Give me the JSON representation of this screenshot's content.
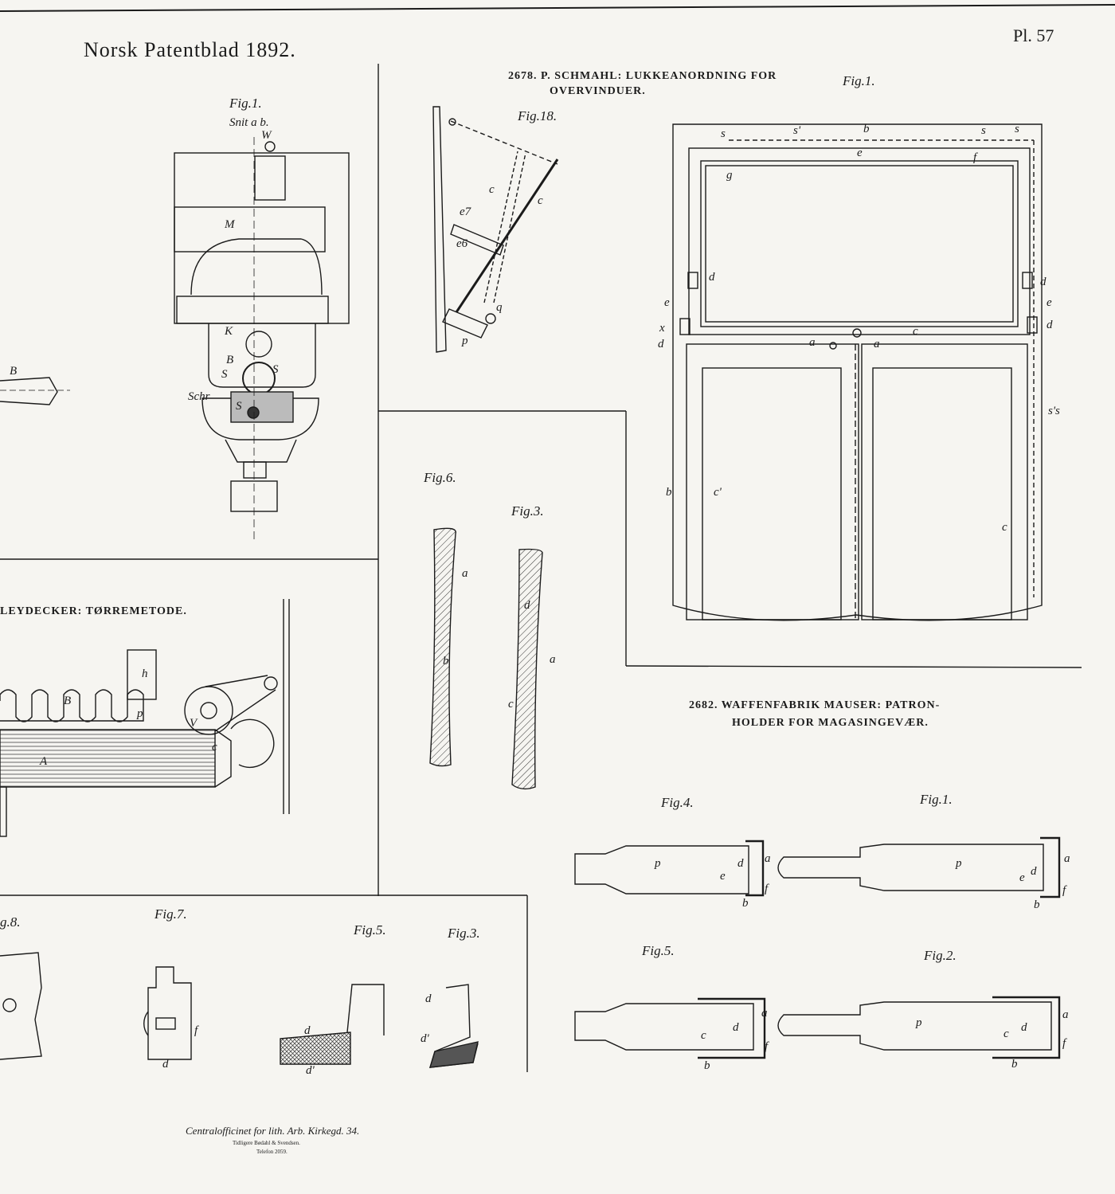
{
  "header": {
    "title": "Norsk Patentblad 1892.",
    "plate": "Pl. 57"
  },
  "patents": {
    "p2678": {
      "line1": "2678. P. SCHMAHL: LUKKEANORDNING FOR",
      "line2": "OVERVINDUER."
    },
    "leydecker": {
      "title": "LEYDECKER: TØRREMETODE."
    },
    "p2682": {
      "line1": "2682. WAFFENFABRIK MAUSER: PATRON-",
      "line2": "HOLDER FOR MAGASINGEVÆR."
    }
  },
  "figures": {
    "machine": {
      "fig": "Fig.1.",
      "caption": "Snit a b.",
      "labels": [
        "W",
        "M",
        "K",
        "B",
        "S",
        "S",
        "Schr",
        "S",
        "B"
      ]
    },
    "window": {
      "fig": "Fig.1.",
      "labels": [
        "s",
        "s'",
        "b",
        "s",
        "s",
        "e",
        "f",
        "g",
        "d",
        "d",
        "e",
        "e",
        "x",
        "d",
        "d",
        "a",
        "a",
        "c",
        "s's",
        "b",
        "c'",
        "c"
      ]
    },
    "fig18": {
      "fig": "Fig.18.",
      "labels": [
        "c",
        "c",
        "e7",
        "e6",
        "q",
        "p"
      ]
    },
    "fig6": {
      "fig": "Fig.6.",
      "labels": [
        "a",
        "b"
      ]
    },
    "fig3a": {
      "fig": "Fig.3.",
      "labels": [
        "d",
        "a",
        "c"
      ]
    },
    "dryer": {
      "labels": [
        "h",
        "B",
        "p",
        "V",
        "c",
        "A"
      ]
    },
    "fig8": {
      "fig": "g.8."
    },
    "fig7": {
      "fig": "Fig.7.",
      "labels": [
        "f",
        "d"
      ]
    },
    "fig5a": {
      "fig": "Fig.5.",
      "labels": [
        "d",
        "d'"
      ]
    },
    "fig3b": {
      "fig": "Fig.3.",
      "labels": [
        "d",
        "d'"
      ]
    },
    "cart4": {
      "fig": "Fig.4.",
      "labels": [
        "p",
        "d",
        "e",
        "a",
        "f",
        "b"
      ]
    },
    "cart1": {
      "fig": "Fig.1.",
      "labels": [
        "p",
        "e",
        "d",
        "a",
        "f",
        "b"
      ]
    },
    "cart5": {
      "fig": "Fig.5.",
      "labels": [
        "c",
        "d",
        "a",
        "f",
        "b"
      ]
    },
    "cart2": {
      "fig": "Fig.2.",
      "labels": [
        "p",
        "c",
        "d",
        "a",
        "f",
        "b"
      ]
    }
  },
  "imprint": {
    "line1": "Centralofficinet for lith. Arb. Kirkegd. 34.",
    "line2": "Tidligere Bødahl & Svendsen.",
    "line3": "Telefon 2059."
  }
}
